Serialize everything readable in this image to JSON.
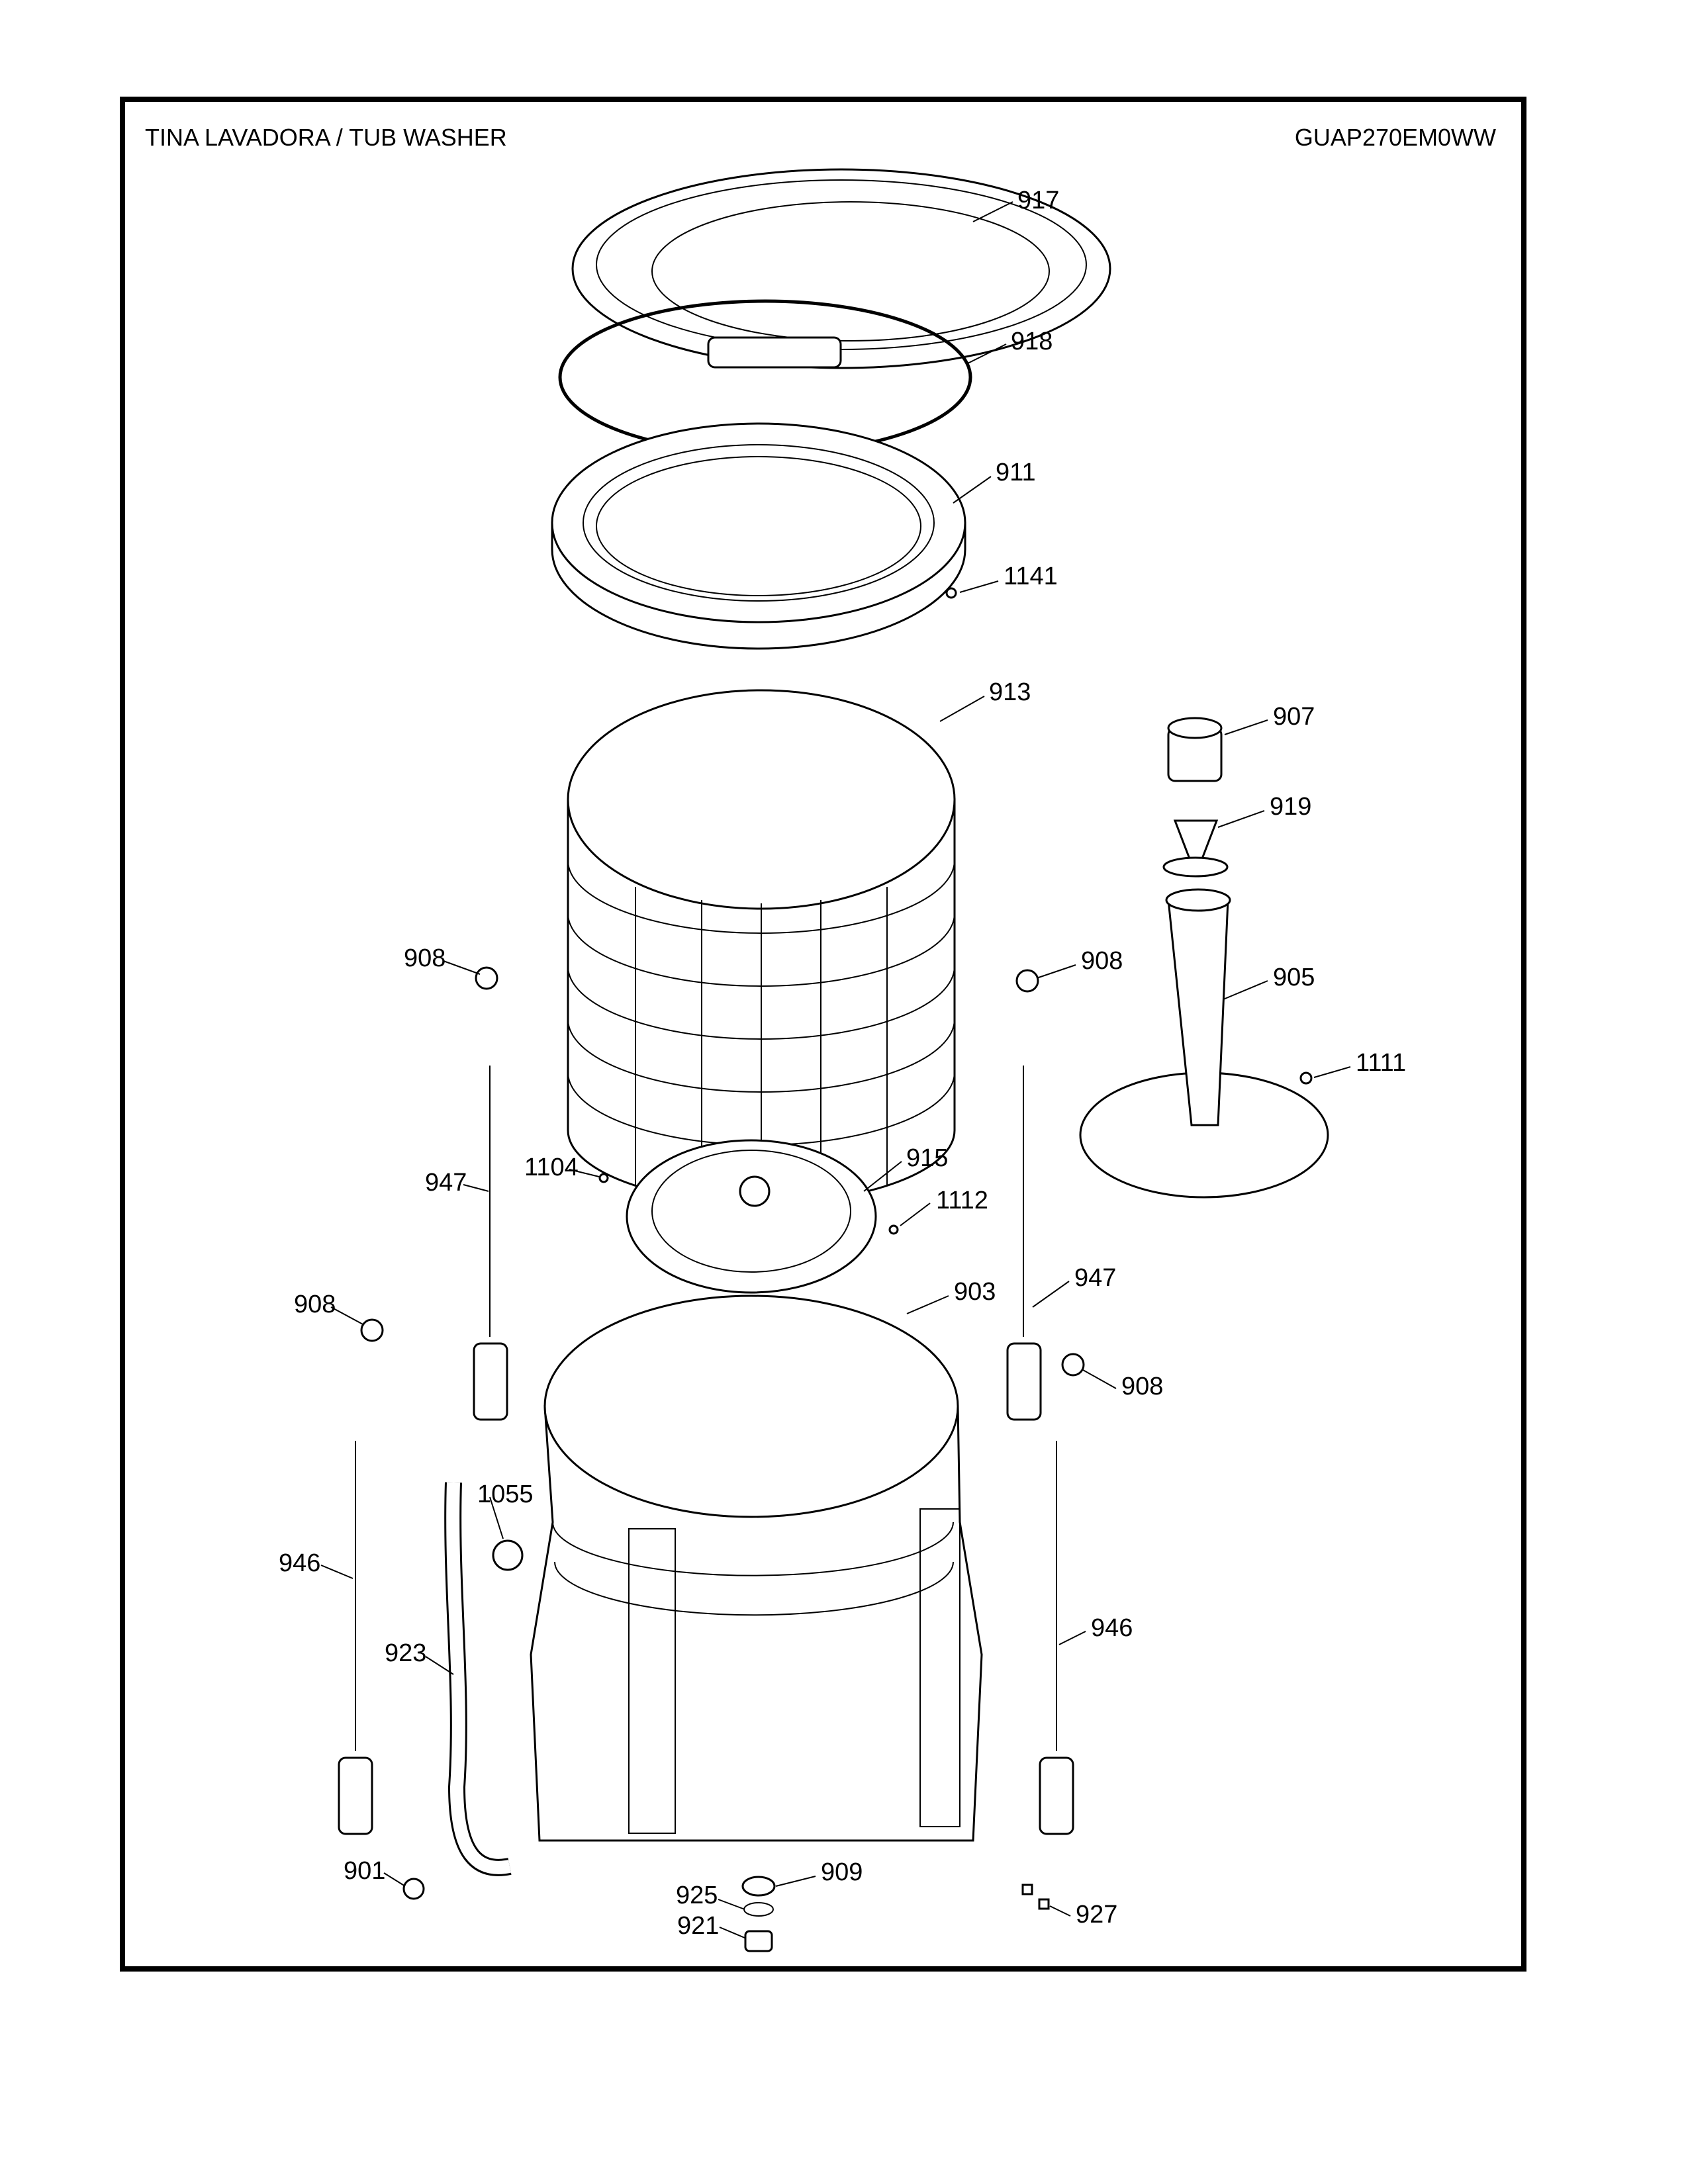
{
  "header": {
    "title": "TINA LAVADORA / TUB WASHER",
    "model": "GUAP270EM0WW"
  },
  "callouts": {
    "c917": "917",
    "c918": "918",
    "c911": "911",
    "c1141": "1141",
    "c913": "913",
    "c907": "907",
    "c919": "919",
    "c908a": "908",
    "c908b": "908",
    "c905": "905",
    "c1111": "1111",
    "c947a": "947",
    "c1104": "1104",
    "c915": "915",
    "c1112": "1112",
    "c908c": "908",
    "c903": "903",
    "c947b": "947",
    "c908d": "908",
    "c1055": "1055",
    "c946a": "946",
    "c946b": "946",
    "c923": "923",
    "c901": "901",
    "c925": "925",
    "c909": "909",
    "c921": "921",
    "c927": "927"
  }
}
